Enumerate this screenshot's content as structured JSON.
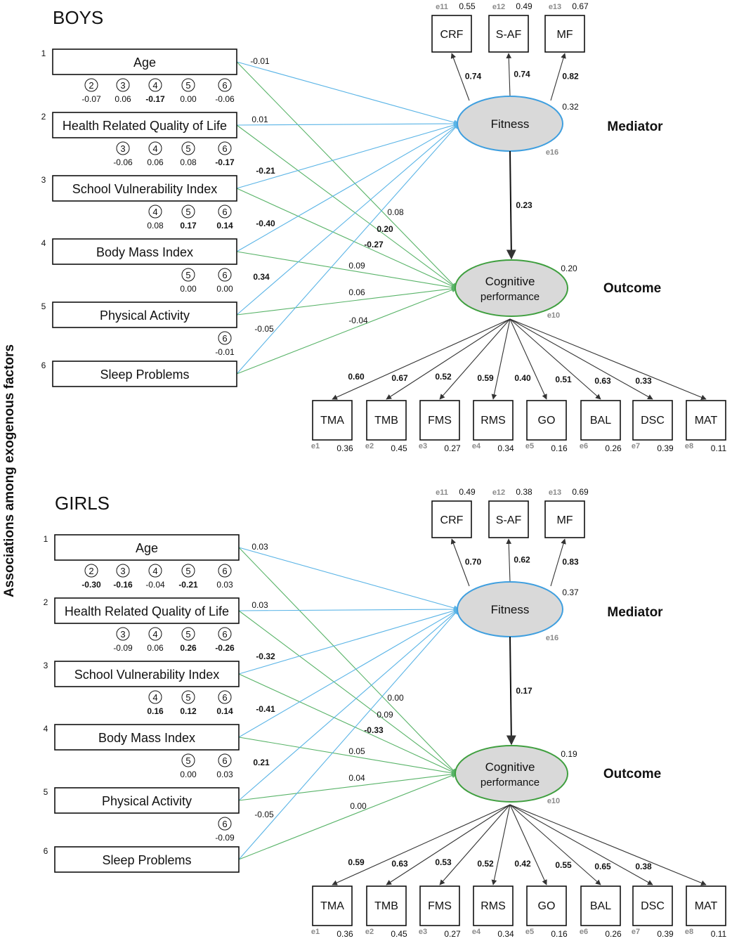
{
  "axis_label": "Associations among exogenous factors",
  "colors": {
    "fitness_paths": "#5ab4e6",
    "cognitive_paths": "#58b368",
    "ellipse_fill": "#d9d9d9",
    "fitness_border": "#3f9fdf",
    "cognitive_border": "#3f9f3f"
  },
  "roles": {
    "mediator": "Mediator",
    "outcome": "Outcome"
  },
  "panels": [
    {
      "title": "BOYS",
      "factors": [
        {
          "index": "1",
          "label": "Age",
          "to_fitness": "-0.01",
          "to_fitness_bold": false,
          "to_cognitive": "0.08",
          "to_cognitive_bold": false,
          "correlations": [
            {
              "target": "2",
              "value": "-0.07",
              "bold": false
            },
            {
              "target": "3",
              "value": "0.06",
              "bold": false
            },
            {
              "target": "4",
              "value": "-0.17",
              "bold": true
            },
            {
              "target": "5",
              "value": "0.00",
              "bold": false
            },
            {
              "target": "6",
              "value": "-0.06",
              "bold": false
            }
          ]
        },
        {
          "index": "2",
          "label": "Health Related Quality of Life",
          "to_fitness": "0.01",
          "to_fitness_bold": false,
          "to_cognitive": "0.20",
          "to_cognitive_bold": true,
          "correlations": [
            {
              "target": "3",
              "value": "-0.06",
              "bold": false
            },
            {
              "target": "4",
              "value": "0.06",
              "bold": false
            },
            {
              "target": "5",
              "value": "0.08",
              "bold": false
            },
            {
              "target": "6",
              "value": "-0.17",
              "bold": true
            }
          ]
        },
        {
          "index": "3",
          "label": "School Vulnerability Index",
          "to_fitness": "-0.21",
          "to_fitness_bold": true,
          "to_cognitive": "-0.27",
          "to_cognitive_bold": true,
          "correlations": [
            {
              "target": "4",
              "value": "0.08",
              "bold": false
            },
            {
              "target": "5",
              "value": "0.17",
              "bold": true
            },
            {
              "target": "6",
              "value": "0.14",
              "bold": true
            }
          ]
        },
        {
          "index": "4",
          "label": "Body Mass Index",
          "to_fitness": "-0.40",
          "to_fitness_bold": true,
          "to_cognitive": "0.09",
          "to_cognitive_bold": false,
          "correlations": [
            {
              "target": "5",
              "value": "0.00",
              "bold": false
            },
            {
              "target": "6",
              "value": "0.00",
              "bold": false
            }
          ]
        },
        {
          "index": "5",
          "label": "Physical Activity",
          "to_fitness": "0.34",
          "to_fitness_bold": true,
          "to_cognitive": "0.06",
          "to_cognitive_bold": false,
          "correlations": [
            {
              "target": "6",
              "value": "-0.01",
              "bold": false
            }
          ]
        },
        {
          "index": "6",
          "label": "Sleep Problems",
          "to_fitness": "-0.05",
          "to_fitness_bold": false,
          "to_cognitive": "-0.04",
          "to_cognitive_bold": false,
          "correlations": []
        }
      ],
      "fitness": {
        "label": "Fitness",
        "r2": "0.32",
        "error": "e16"
      },
      "cognitive": {
        "line1": "Cognitive",
        "line2": "performance",
        "r2": "0.20",
        "error": "e10"
      },
      "mediation_path": "0.23",
      "fitness_indicators": [
        {
          "label": "CRF",
          "loading": "0.74",
          "error": "e11",
          "r2": "0.55"
        },
        {
          "label": "S-AF",
          "loading": "0.74",
          "error": "e12",
          "r2": "0.49"
        },
        {
          "label": "MF",
          "loading": "0.82",
          "error": "e13",
          "r2": "0.67"
        }
      ],
      "cognitive_indicators": [
        {
          "label": "TMA",
          "loading": "0.60",
          "error": "e1",
          "r2": "0.36"
        },
        {
          "label": "TMB",
          "loading": "0.67",
          "error": "e2",
          "r2": "0.45"
        },
        {
          "label": "FMS",
          "loading": "0.52",
          "error": "e3",
          "r2": "0.27"
        },
        {
          "label": "RMS",
          "loading": "0.59",
          "error": "e4",
          "r2": "0.34"
        },
        {
          "label": "GO",
          "loading": "0.40",
          "error": "e5",
          "r2": "0.16"
        },
        {
          "label": "BAL",
          "loading": "0.51",
          "error": "e6",
          "r2": "0.26"
        },
        {
          "label": "DSC",
          "loading": "0.63",
          "error": "e7",
          "r2": "0.39"
        },
        {
          "label": "MAT",
          "loading": "0.33",
          "error": "e8",
          "r2": "0.11"
        }
      ]
    },
    {
      "title": "GIRLS",
      "factors": [
        {
          "index": "1",
          "label": "Age",
          "to_fitness": "0.03",
          "to_fitness_bold": false,
          "to_cognitive": "0.00",
          "to_cognitive_bold": false,
          "correlations": [
            {
              "target": "2",
              "value": "-0.30",
              "bold": true
            },
            {
              "target": "3",
              "value": "-0.16",
              "bold": true
            },
            {
              "target": "4",
              "value": "-0.04",
              "bold": false
            },
            {
              "target": "5",
              "value": "-0.21",
              "bold": true
            },
            {
              "target": "6",
              "value": "0.03",
              "bold": false
            }
          ]
        },
        {
          "index": "2",
          "label": "Health Related Quality of Life",
          "to_fitness": "0.03",
          "to_fitness_bold": false,
          "to_cognitive": "0.09",
          "to_cognitive_bold": false,
          "correlations": [
            {
              "target": "3",
              "value": "-0.09",
              "bold": false
            },
            {
              "target": "4",
              "value": "0.06",
              "bold": false
            },
            {
              "target": "5",
              "value": "0.26",
              "bold": true
            },
            {
              "target": "6",
              "value": "-0.26",
              "bold": true
            }
          ]
        },
        {
          "index": "3",
          "label": "School Vulnerability Index",
          "to_fitness": "-0.32",
          "to_fitness_bold": true,
          "to_cognitive": "-0.33",
          "to_cognitive_bold": true,
          "correlations": [
            {
              "target": "4",
              "value": "0.16",
              "bold": true
            },
            {
              "target": "5",
              "value": "0.12",
              "bold": true
            },
            {
              "target": "6",
              "value": "0.14",
              "bold": true
            }
          ]
        },
        {
          "index": "4",
          "label": "Body Mass Index",
          "to_fitness": "-0.41",
          "to_fitness_bold": true,
          "to_cognitive": "0.05",
          "to_cognitive_bold": false,
          "correlations": [
            {
              "target": "5",
              "value": "0.00",
              "bold": false
            },
            {
              "target": "6",
              "value": "0.03",
              "bold": false
            }
          ]
        },
        {
          "index": "5",
          "label": "Physical Activity",
          "to_fitness": "0.21",
          "to_fitness_bold": true,
          "to_cognitive": "0.04",
          "to_cognitive_bold": false,
          "correlations": [
            {
              "target": "6",
              "value": "-0.09",
              "bold": false
            }
          ]
        },
        {
          "index": "6",
          "label": "Sleep Problems",
          "to_fitness": "-0.05",
          "to_fitness_bold": false,
          "to_cognitive": "0.00",
          "to_cognitive_bold": false,
          "correlations": []
        }
      ],
      "fitness": {
        "label": "Fitness",
        "r2": "0.37",
        "error": "e16"
      },
      "cognitive": {
        "line1": "Cognitive",
        "line2": "performance",
        "r2": "0.19",
        "error": "e10"
      },
      "mediation_path": "0.17",
      "fitness_indicators": [
        {
          "label": "CRF",
          "loading": "0.70",
          "error": "e11",
          "r2": "0.49"
        },
        {
          "label": "S-AF",
          "loading": "0.62",
          "error": "e12",
          "r2": "0.38"
        },
        {
          "label": "MF",
          "loading": "0.83",
          "error": "e13",
          "r2": "0.69"
        }
      ],
      "cognitive_indicators": [
        {
          "label": "TMA",
          "loading": "0.59",
          "error": "e1",
          "r2": "0.36"
        },
        {
          "label": "TMB",
          "loading": "0.63",
          "error": "e2",
          "r2": "0.45"
        },
        {
          "label": "FMS",
          "loading": "0.53",
          "error": "e3",
          "r2": "0.27"
        },
        {
          "label": "RMS",
          "loading": "0.52",
          "error": "e4",
          "r2": "0.34"
        },
        {
          "label": "GO",
          "loading": "0.42",
          "error": "e5",
          "r2": "0.16"
        },
        {
          "label": "BAL",
          "loading": "0.55",
          "error": "e6",
          "r2": "0.26"
        },
        {
          "label": "DSC",
          "loading": "0.65",
          "error": "e7",
          "r2": "0.39"
        },
        {
          "label": "MAT",
          "loading": "0.38",
          "error": "e8",
          "r2": "0.11"
        }
      ]
    }
  ]
}
